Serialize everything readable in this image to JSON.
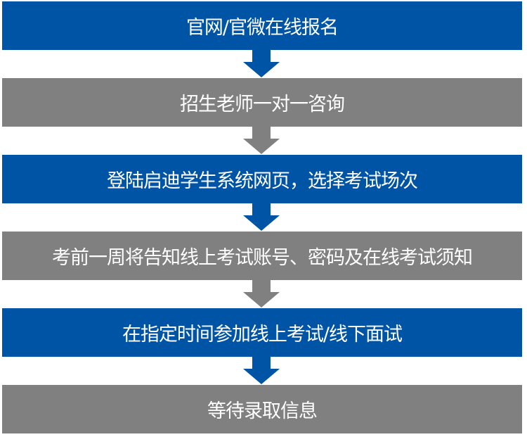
{
  "colors": {
    "blue": "#0054a6",
    "gray": "#808080",
    "text": "#ffffff"
  },
  "steps": [
    {
      "label": "官网/官微在线报名",
      "color": "blue"
    },
    {
      "label": "招生老师一对一咨询",
      "color": "gray"
    },
    {
      "label": "登陆启迪学生系统网页，选择考试场次",
      "color": "blue"
    },
    {
      "label": "考前一周将告知线上考试账号、密码及在线考试须知",
      "color": "gray"
    },
    {
      "label": "在指定时间参加线上考试/线下面试",
      "color": "blue"
    },
    {
      "label": "等待录取信息",
      "color": "gray"
    }
  ],
  "arrows": [
    {
      "icon": "arrow-down-icon",
      "color": "blue"
    },
    {
      "icon": "arrow-down-icon",
      "color": "gray"
    },
    {
      "icon": "arrow-down-icon",
      "color": "blue"
    },
    {
      "icon": "arrow-down-icon",
      "color": "gray"
    },
    {
      "icon": "arrow-down-icon",
      "color": "blue"
    }
  ]
}
